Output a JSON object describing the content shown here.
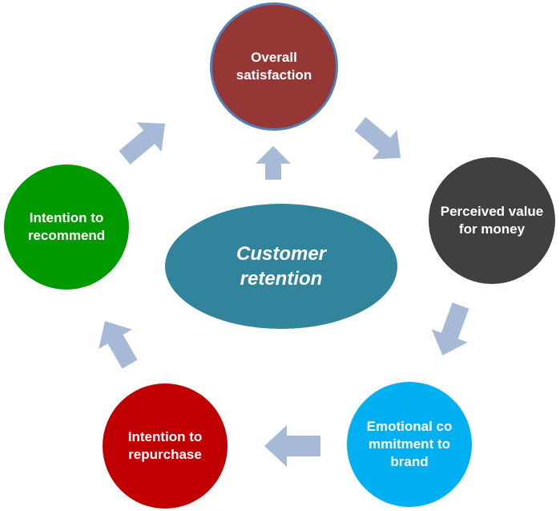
{
  "diagram": {
    "center": {
      "label": "Customer retention"
    },
    "nodes": [
      {
        "id": "overall",
        "label": "Overall satisfaction",
        "color": "#953735",
        "border": "#4f81bd"
      },
      {
        "id": "perceived",
        "label": "Perceived value for money",
        "color": "#404040"
      },
      {
        "id": "emotional",
        "label": "Emotional commitment to brand",
        "color": "#00b0f0"
      },
      {
        "id": "repurchase",
        "label": "Intention to repurchase",
        "color": "#c00000"
      },
      {
        "id": "recommend",
        "label": "Intention to recommend",
        "color": "#009900"
      }
    ],
    "center_color": "#31849b",
    "arrow_color": "#a6b9d6"
  }
}
